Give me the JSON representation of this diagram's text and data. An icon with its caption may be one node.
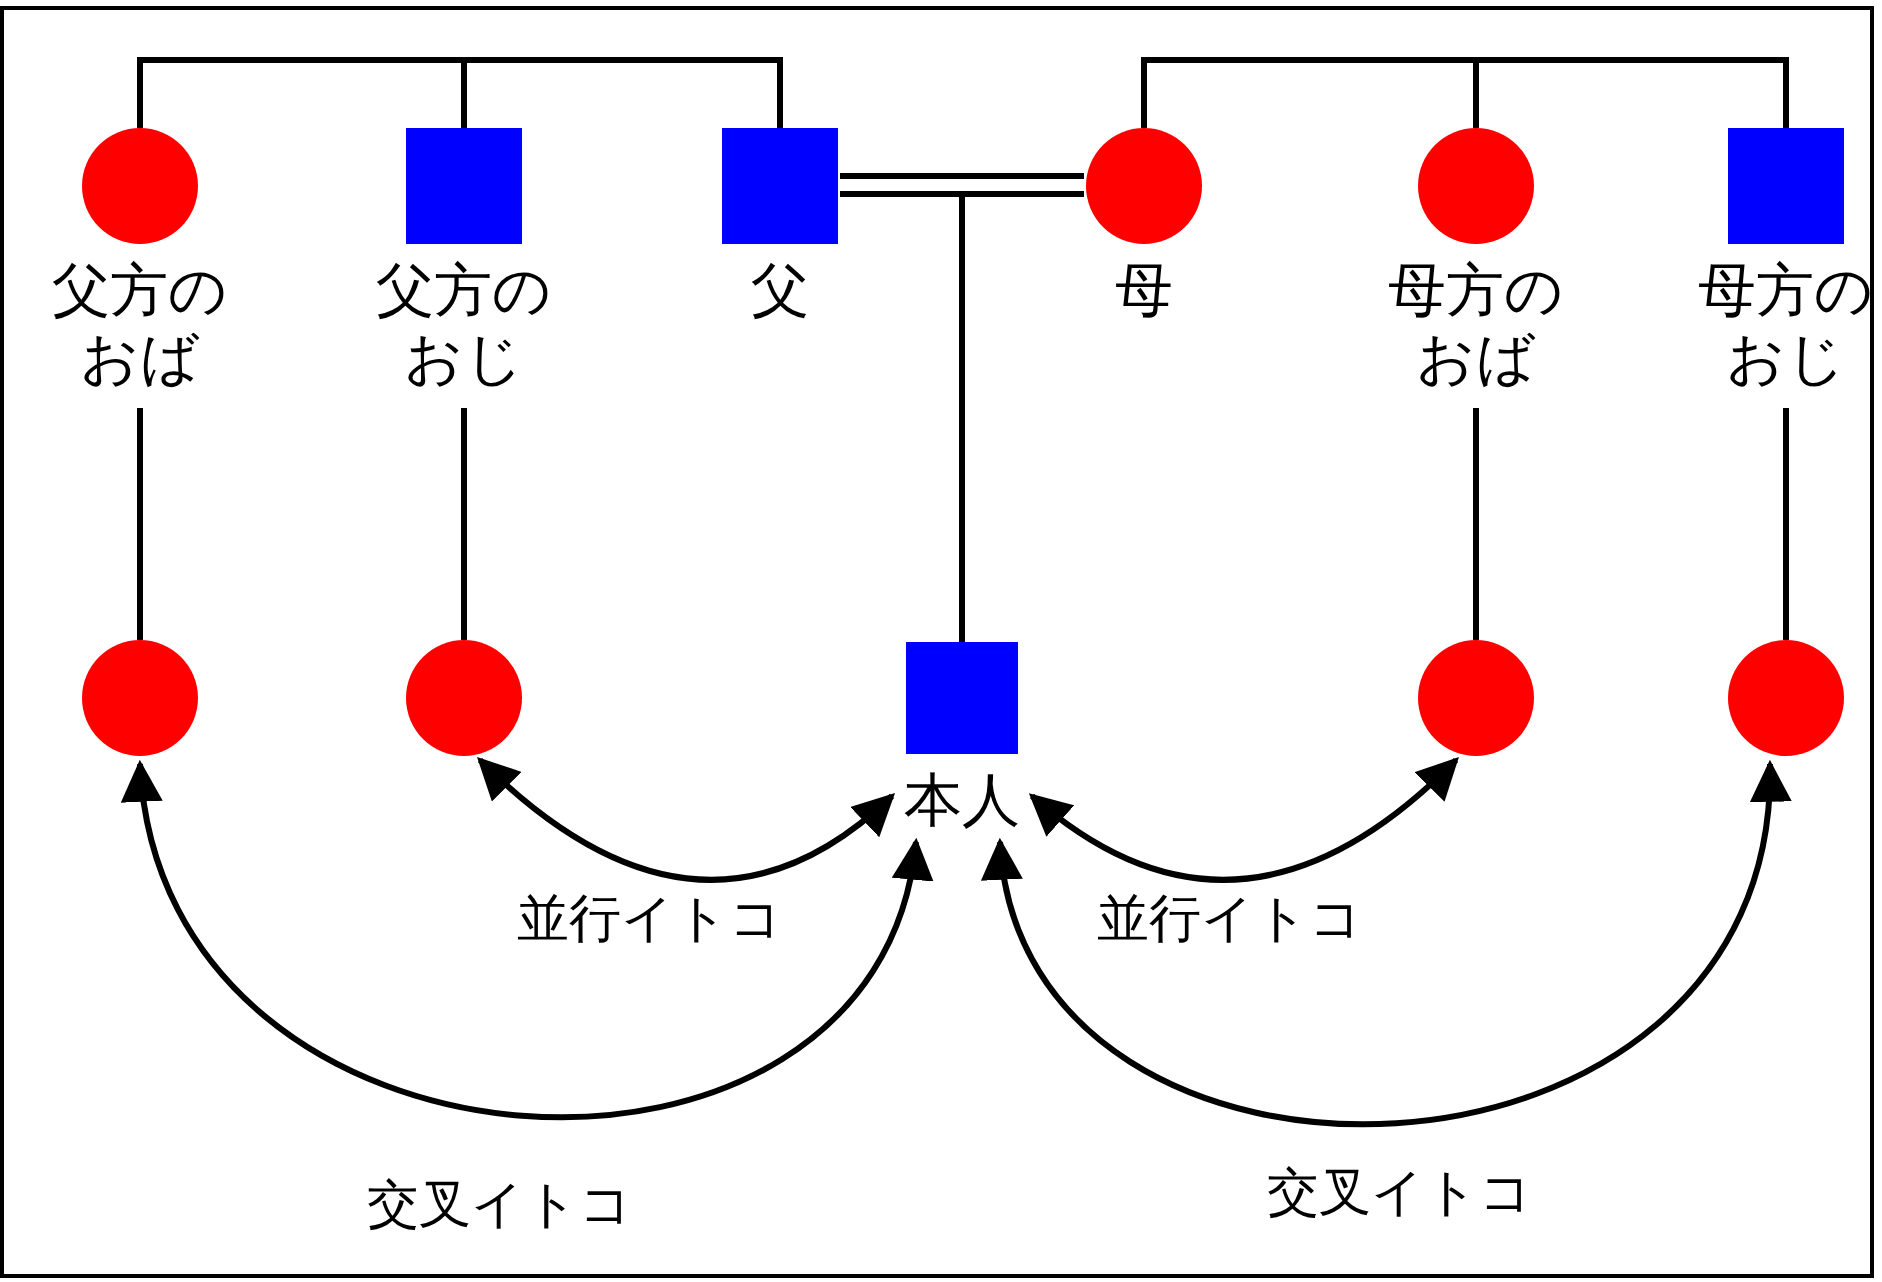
{
  "diagram": {
    "nodes": [
      {
        "text": [
          "父方のおば"
        ]
      },
      {
        "text": [
          "父方のおじ"
        ]
      },
      {
        "text": [
          "父"
        ]
      },
      {
        "text": [
          "母"
        ]
      },
      {
        "text": [
          "母方のおば"
        ]
      },
      {
        "text": [
          "母方のおじ"
        ]
      },
      {
        "text": [],
        "shape": "circle"
      },
      {
        "text": [],
        "shape": "circle"
      },
      {
        "text": [
          "本人"
        ]
      },
      {
        "text": [],
        "shape": "circle"
      },
      {
        "text": [],
        "shape": "circle"
      }
    ],
    "edges": [
      {
        "from": 0,
        "to": 1,
        "arrow": "none"
      },
      {
        "from": 1,
        "to": 2,
        "arrow": "none"
      },
      {
        "from": 3,
        "to": 4,
        "arrow": "none"
      },
      {
        "from": 4,
        "to": 5,
        "arrow": "none"
      },
      {
        "from": 2,
        "to": 3,
        "arrow": "none"
      },
      {
        "from": 2,
        "to": 8,
        "arrow": "none"
      },
      {
        "from": 3,
        "to": 8,
        "arrow": "none"
      },
      {
        "from": 0,
        "to": 6,
        "arrow": "none"
      },
      {
        "from": 1,
        "to": 7,
        "arrow": "none"
      },
      {
        "from": 4,
        "to": 9,
        "arrow": "none"
      },
      {
        "from": 5,
        "to": 10,
        "arrow": "none"
      },
      {
        "from": 8,
        "to": 7,
        "arrow": "both",
        "label": "並行イトコ"
      },
      {
        "from": 8,
        "to": 9,
        "arrow": "both",
        "label": "並行イトコ"
      },
      {
        "from": 8,
        "to": 6,
        "arrow": "both",
        "label": "交叉イトコ"
      },
      {
        "from": 8,
        "to": 10,
        "arrow": "both",
        "label": "交叉イトコ"
      }
    ]
  }
}
